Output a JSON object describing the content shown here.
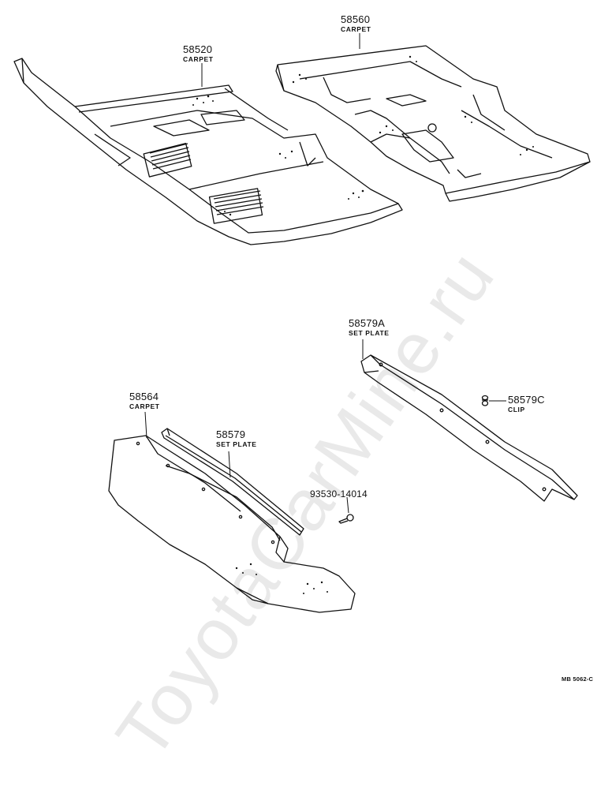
{
  "watermark": "ToyotaCarMine.ru",
  "figure_code": "MB 5062-C",
  "parts": {
    "p58560": {
      "number": "58560",
      "name": "CARPET"
    },
    "p58520": {
      "number": "58520",
      "name": "CARPET"
    },
    "p58579A": {
      "number": "58579A",
      "name": "SET PLATE"
    },
    "p58564": {
      "number": "58564",
      "name": "CARPET"
    },
    "p58579": {
      "number": "58579",
      "name": "SET PLATE"
    },
    "p58579C": {
      "number": "58579C",
      "name": "CLIP"
    },
    "p93530": {
      "number": "93530-14014"
    }
  }
}
